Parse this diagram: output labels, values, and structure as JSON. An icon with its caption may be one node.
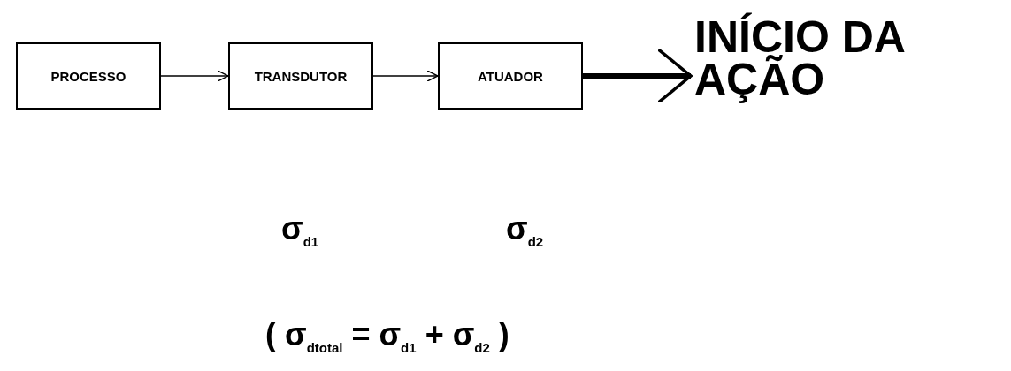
{
  "diagram": {
    "nodes": [
      {
        "text": [
          "PROCESSO"
        ]
      },
      {
        "text": [
          "TRANSDUTOR"
        ]
      },
      {
        "text": [
          "ATUADOR"
        ]
      },
      {
        "text": [
          "INÍCIO DA AÇÃO"
        ]
      }
    ],
    "edges": [
      {
        "from": 0,
        "to": 1,
        "arrow": "to"
      },
      {
        "from": 1,
        "to": 2,
        "arrow": "to"
      },
      {
        "from": 2,
        "to": 3,
        "arrow": "to",
        "style": "thick"
      }
    ],
    "labels": [
      "σ$_{d1}$",
      "σ$_{d2}$",
      "( σ$_{dtotal}$ = σ$_{d1}$ + σ$_{d2}$ )"
    ]
  }
}
